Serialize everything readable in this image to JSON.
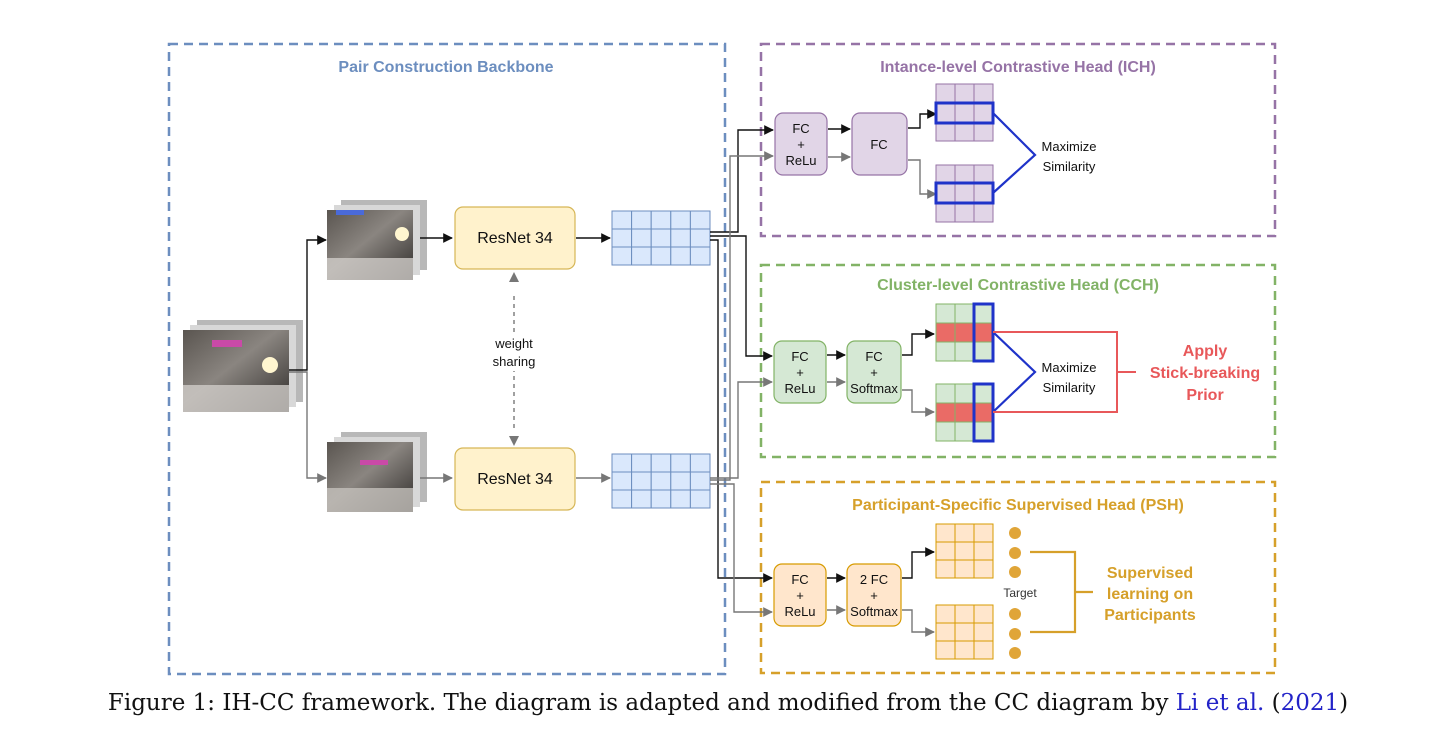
{
  "sections": {
    "backbone": "Pair Construction Backbone",
    "ich": "Intance-level Contrastive Head (ICH)",
    "cch": "Cluster-level Contrastive Head (CCH)",
    "psh": "Participant-Specific Supervised Head (PSH)"
  },
  "backbone": {
    "resnet_top": "ResNet 34",
    "resnet_bottom": "ResNet 34",
    "weight_sharing_line1": "weight",
    "weight_sharing_line2": "sharing"
  },
  "ich": {
    "fc_relu": [
      "FC",
      "+",
      "ReLu"
    ],
    "fc": "FC",
    "maximize": [
      "Maximize",
      "Similarity"
    ]
  },
  "cch": {
    "fc_relu": [
      "FC",
      "+",
      "ReLu"
    ],
    "fc_softmax": [
      "FC",
      "+",
      "Softmax"
    ],
    "maximize": [
      "Maximize",
      "Similarity"
    ],
    "prior": [
      "Apply",
      "Stick-breaking",
      "Prior"
    ]
  },
  "psh": {
    "fc_relu": [
      "FC",
      "+",
      "ReLu"
    ],
    "fc2_softmax": [
      "2 FC",
      "+",
      "Softmax"
    ],
    "target": "Target",
    "supervised": [
      "Supervised",
      "learning on",
      "Participants"
    ]
  },
  "caption": {
    "text": "Figure 1: IH-CC framework. The diagram is adapted and modified from the CC diagram by",
    "cite_author": "Li et al.",
    "cite_open": "(",
    "cite_year": "2021",
    "cite_close": ")"
  },
  "colors": {
    "blue": "#6c8ebf",
    "purple": "#9673a6",
    "green": "#82b366",
    "orange": "#d6a02a",
    "red": "#e8585a",
    "highlight": "#1f33c9"
  }
}
